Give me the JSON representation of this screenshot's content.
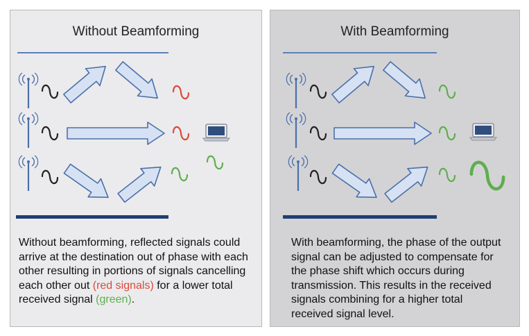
{
  "left": {
    "title": "Without Beamforming",
    "caption": {
      "part1": "Without beamforming, reflected signals could arrive at the destination out of phase with each other resulting in portions of signals cancelling each other out ",
      "red": "(red signals)",
      "part2": " for a lower total received signal ",
      "green": "(green)",
      "part3": "."
    }
  },
  "right": {
    "title": "With Beamforming",
    "caption": "With beamforming, the phase of the output signal can be adjusted to compensate for the phase shift which occurs during transmission. This results in the received signals combining for a higher total received signal level."
  },
  "colors": {
    "arrow_fill": "#d6e2f3",
    "arrow_stroke": "#4c6fa8",
    "red_signal": "#d94b3c",
    "green_signal": "#5fae4e",
    "dark_blue": "#1d3f72"
  },
  "icons": [
    "antenna-icon",
    "sine-wave-icon",
    "arrow-icon",
    "laptop-icon"
  ]
}
